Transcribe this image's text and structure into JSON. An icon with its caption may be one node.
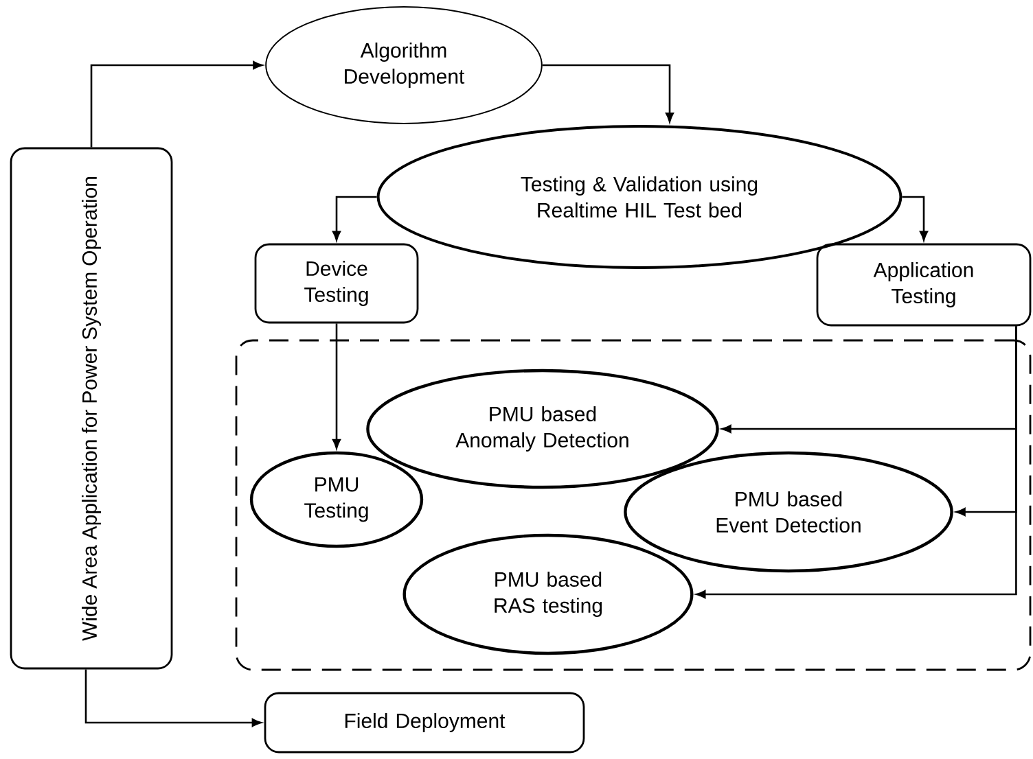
{
  "diagram": {
    "nodes": [
      {
        "text": [
          "Wide Area Application for Power System Operation"
        ]
      },
      {
        "text": [
          "Algorithm Development"
        ]
      },
      {
        "text": [
          "Testing & Validation using Realtime HIL Test bed"
        ]
      },
      {
        "text": [
          "Device Testing"
        ]
      },
      {
        "text": [
          "Application Testing"
        ]
      },
      {
        "text": [],
        "shape": "box"
      },
      {
        "text": [
          "PMU based Anomaly Detection"
        ],
        "in": 5
      },
      {
        "text": [
          "PMU Testing"
        ],
        "in": 5
      },
      {
        "text": [
          "PMU based Event Detection"
        ],
        "in": 5
      },
      {
        "text": [
          "PMU based RAS testing"
        ],
        "in": 5
      },
      {
        "text": [
          "Field Deployment"
        ]
      }
    ],
    "edges": [
      {
        "from": 0,
        "to": 1,
        "arrow": "to"
      },
      {
        "from": 1,
        "to": 2,
        "arrow": "to"
      },
      {
        "from": 2,
        "to": 3,
        "arrow": "to"
      },
      {
        "from": 2,
        "to": 4,
        "arrow": "to"
      },
      {
        "from": 3,
        "to": 7,
        "arrow": "to"
      },
      {
        "from": 4,
        "to": 6,
        "arrow": "to"
      },
      {
        "from": 4,
        "to": 8,
        "arrow": "to"
      },
      {
        "from": 4,
        "to": 9,
        "arrow": "to"
      },
      {
        "from": 0,
        "to": 10,
        "arrow": "to"
      }
    ]
  }
}
